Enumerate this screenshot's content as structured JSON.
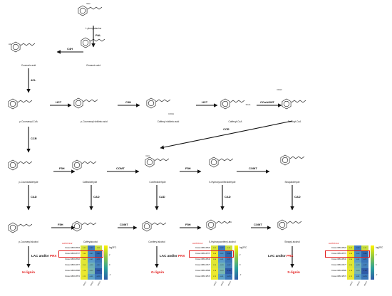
{
  "compounds": {
    "phe": "L-phenylalanine",
    "cinnamic": "Cinnamic acid",
    "coumaric": "Coumaric acid",
    "pcoumaroyl_coa": "p-Coumaroyl-CoA",
    "pcoumaroyl_shik": "p-Coumaroyl shikimic acid",
    "caffeoyl_shik": "Caffeoyl shikimic acid",
    "caffeoyl_coa": "Caffeoyl-CoA",
    "feruloyl_coa": "Feruloyl-CoA",
    "pcoumaraldehyde": "p-Coumaraldehyde",
    "caffealdehyde": "Caffealdehyde",
    "coniferaldehyde": "Coniferaldehyde",
    "hydroxyconiferaldehyde": "5-Hydroxyconiferaldehyde",
    "sinapaldehyde": "Sinapaldehyde",
    "pcoumaryl_alcohol": "p-Coumaryl alcohol",
    "caffeyl_alcohol": "Caffeylalcohol",
    "coniferyl_alcohol": "Coniferyl alcohol",
    "hydroxyconiferyl_alcohol": "5-Hydroxyconiferyl alcohol",
    "sinapyl_alcohol": "Sinapyl alcohol"
  },
  "enzymes": {
    "pal": "PAL",
    "c4h": "C4H",
    "4cl": "4CL",
    "hct1": "HCT",
    "c3h": "C3H",
    "hct2": "HCT",
    "ccoaomt": "CCoAOMT",
    "ccr_long": "CCR",
    "ccr": "CCR",
    "f5h_a": "F5H",
    "comt_a": "COMT",
    "f5h_b": "F5H",
    "comt_b": "COMT",
    "cad1": "CAD",
    "cad2": "CAD",
    "cad3": "CAD",
    "cad4": "CAD",
    "cad5": "CAD",
    "f5h_c": "F5H",
    "comt_c": "COMT",
    "f5h_d": "F5H",
    "comt_d": "COMT"
  },
  "chem_labels": {
    "nh2": "NH2",
    "ho": "HO",
    "sco": "SCoA",
    "cooh": "COOH",
    "ch3": "CH3",
    "ch3o": "OCH3",
    "oh": "OH"
  },
  "lac_prefix": "LAC and/or ",
  "lac_prx": "PRX",
  "lignins": [
    "H-lignin",
    "G-lignin",
    "S-lignin"
  ],
  "highlight": "AcPRX112",
  "heatmap": {
    "colorbar_title": "log2FC",
    "ticks": [
      "2",
      "0",
      "-2"
    ],
    "columns": [
      "stNbr1",
      "stNbr2",
      "stNbr3"
    ],
    "rows": [
      {
        "id": "Cluster-9883.28623",
        "values": [
          "1.41",
          "-0.62",
          "1.41"
        ]
      },
      {
        "id": "Cluster-9883.28707",
        "values": [
          "2.34",
          "-0.42",
          "-0.85"
        ]
      },
      {
        "id": "Cluster-9883.28616",
        "values": [
          "1.56",
          "-0.41",
          "-0.71"
        ]
      },
      {
        "id": "Cluster-9883.24677",
        "values": [
          "1.55",
          "-0.19",
          "-0.57"
        ]
      },
      {
        "id": "Cluster-9883.28688",
        "values": [
          "1.78",
          "-0.13",
          "-1.39"
        ]
      },
      {
        "id": "Cluster-9883.18574",
        "values": [
          "1.72",
          "-0.31",
          "-0.79"
        ]
      }
    ],
    "cell_colors": [
      [
        "#d8e43a",
        "#3f7bc1",
        "#c9df3f"
      ],
      [
        "#f2ea29",
        "#4a8fc6",
        "#2e64ac"
      ],
      [
        "#e2e634",
        "#5a9cc8",
        "#3a74b8"
      ],
      [
        "#e0e635",
        "#6fb0b8",
        "#4481bd"
      ],
      [
        "#ebe82f",
        "#79b7b0",
        "#2e5aa8"
      ],
      [
        "#e9e730",
        "#5da0c6",
        "#3b77b9"
      ]
    ]
  }
}
